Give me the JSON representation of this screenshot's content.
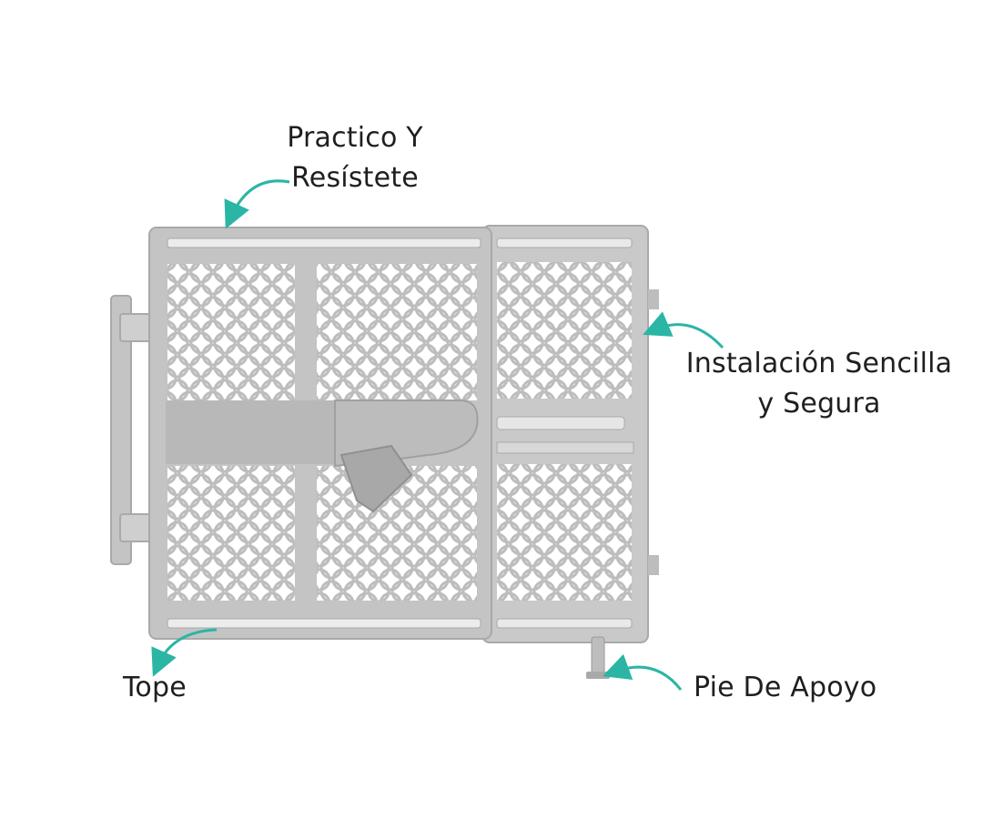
{
  "labels": {
    "practical": {
      "line1": "Practico Y",
      "line2": "Resístete"
    },
    "installation": {
      "line1": "Instalación Sencilla",
      "line2": "y Segura"
    },
    "stopper": "Tope",
    "support_foot": "Pie De Apoyo"
  },
  "colors": {
    "frame": "#c4c4c4",
    "frame_dark": "#a9a9a9",
    "mesh": "#bdbdbd",
    "arrow": "#2bb5a5",
    "text": "#1f1f1f"
  },
  "icons": [
    "curved-arrow-icon",
    "safety-gate-illustration"
  ]
}
